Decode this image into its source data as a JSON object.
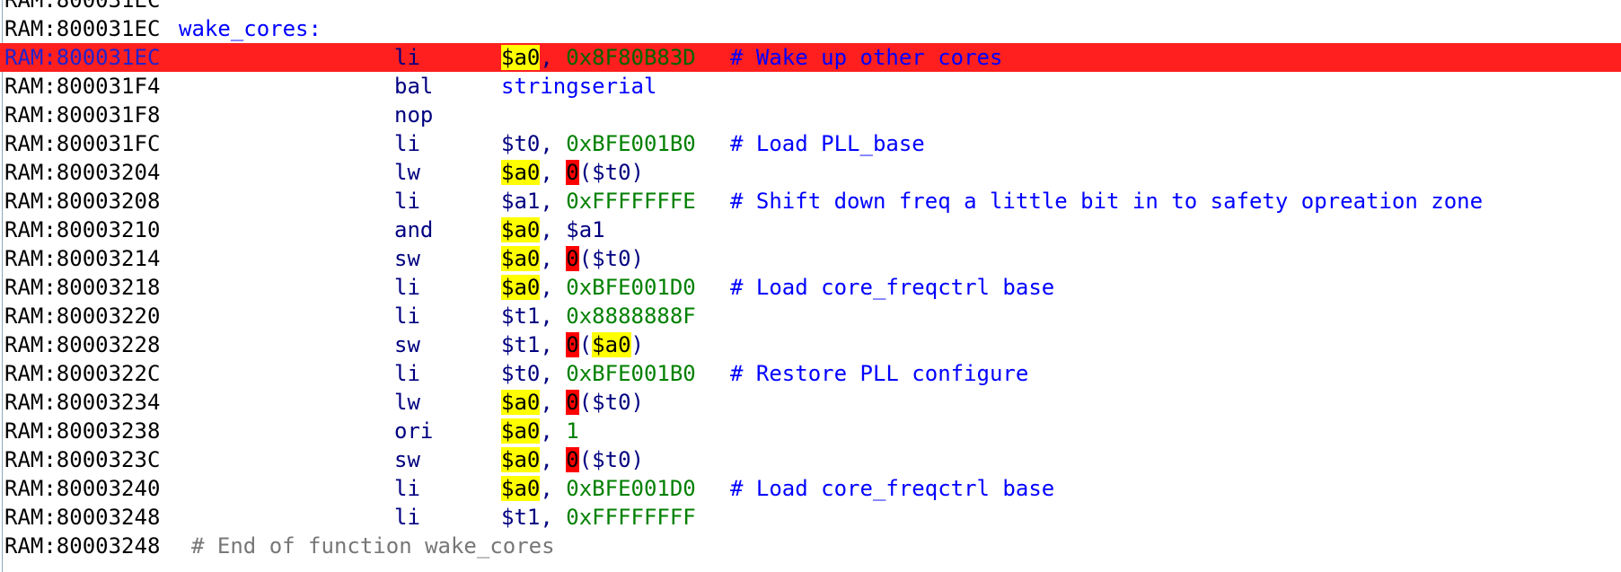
{
  "window": {
    "type": "disassembly-listing"
  },
  "colors": {
    "selected_row": "#ff1f1f",
    "register_highlight": "#ffff00",
    "zero_highlight": "#ff0000",
    "immediate": "#008000",
    "comment": "#0000ff",
    "mnemonic": "#000080"
  },
  "listing": {
    "top_partial_address": "RAM:800031EC",
    "label_line": {
      "address": "RAM:800031EC",
      "label": "wake_cores:"
    },
    "lines": [
      {
        "address": "RAM:800031EC",
        "mnemonic": "li",
        "operands": [
          {
            "t": "reg",
            "v": "$a0",
            "hl": true
          },
          {
            "t": "p",
            "v": ", "
          },
          {
            "t": "num",
            "v": "0x8F80B83D"
          }
        ],
        "comment": "# Wake up other cores",
        "selected": true
      },
      {
        "address": "RAM:800031F4",
        "mnemonic": "bal",
        "operands": [
          {
            "t": "sym",
            "v": "stringserial"
          }
        ],
        "comment": ""
      },
      {
        "address": "RAM:800031F8",
        "mnemonic": "nop",
        "operands": [],
        "comment": ""
      },
      {
        "address": "RAM:800031FC",
        "mnemonic": "li",
        "operands": [
          {
            "t": "reg",
            "v": "$t0"
          },
          {
            "t": "p",
            "v": ", "
          },
          {
            "t": "num",
            "v": "0xBFE001B0"
          }
        ],
        "comment": "# Load PLL_base"
      },
      {
        "address": "RAM:80003204",
        "mnemonic": "lw",
        "operands": [
          {
            "t": "reg",
            "v": "$a0",
            "hl": true
          },
          {
            "t": "p",
            "v": ", "
          },
          {
            "t": "zero",
            "v": "0"
          },
          {
            "t": "p",
            "v": "("
          },
          {
            "t": "reg",
            "v": "$t0"
          },
          {
            "t": "p",
            "v": ")"
          }
        ],
        "comment": ""
      },
      {
        "address": "RAM:80003208",
        "mnemonic": "li",
        "operands": [
          {
            "t": "reg",
            "v": "$a1"
          },
          {
            "t": "p",
            "v": ", "
          },
          {
            "t": "num",
            "v": "0xFFFFFFFE"
          }
        ],
        "comment": "# Shift down freq a little bit in to safety opreation zone"
      },
      {
        "address": "RAM:80003210",
        "mnemonic": "and",
        "operands": [
          {
            "t": "reg",
            "v": "$a0",
            "hl": true
          },
          {
            "t": "p",
            "v": ", "
          },
          {
            "t": "reg",
            "v": "$a1"
          }
        ],
        "comment": ""
      },
      {
        "address": "RAM:80003214",
        "mnemonic": "sw",
        "operands": [
          {
            "t": "reg",
            "v": "$a0",
            "hl": true
          },
          {
            "t": "p",
            "v": ", "
          },
          {
            "t": "zero",
            "v": "0"
          },
          {
            "t": "p",
            "v": "("
          },
          {
            "t": "reg",
            "v": "$t0"
          },
          {
            "t": "p",
            "v": ")"
          }
        ],
        "comment": ""
      },
      {
        "address": "RAM:80003218",
        "mnemonic": "li",
        "operands": [
          {
            "t": "reg",
            "v": "$a0",
            "hl": true
          },
          {
            "t": "p",
            "v": ", "
          },
          {
            "t": "num",
            "v": "0xBFE001D0"
          }
        ],
        "comment": "# Load core_freqctrl base"
      },
      {
        "address": "RAM:80003220",
        "mnemonic": "li",
        "operands": [
          {
            "t": "reg",
            "v": "$t1"
          },
          {
            "t": "p",
            "v": ", "
          },
          {
            "t": "num",
            "v": "0x8888888F"
          }
        ],
        "comment": ""
      },
      {
        "address": "RAM:80003228",
        "mnemonic": "sw",
        "operands": [
          {
            "t": "reg",
            "v": "$t1"
          },
          {
            "t": "p",
            "v": ", "
          },
          {
            "t": "zero",
            "v": "0"
          },
          {
            "t": "p",
            "v": "("
          },
          {
            "t": "reg",
            "v": "$a0",
            "hl": true
          },
          {
            "t": "p",
            "v": ")"
          }
        ],
        "comment": ""
      },
      {
        "address": "RAM:8000322C",
        "mnemonic": "li",
        "operands": [
          {
            "t": "reg",
            "v": "$t0"
          },
          {
            "t": "p",
            "v": ", "
          },
          {
            "t": "num",
            "v": "0xBFE001B0"
          }
        ],
        "comment": "# Restore PLL configure"
      },
      {
        "address": "RAM:80003234",
        "mnemonic": "lw",
        "operands": [
          {
            "t": "reg",
            "v": "$a0",
            "hl": true
          },
          {
            "t": "p",
            "v": ", "
          },
          {
            "t": "zero",
            "v": "0"
          },
          {
            "t": "p",
            "v": "("
          },
          {
            "t": "reg",
            "v": "$t0"
          },
          {
            "t": "p",
            "v": ")"
          }
        ],
        "comment": ""
      },
      {
        "address": "RAM:80003238",
        "mnemonic": "ori",
        "operands": [
          {
            "t": "reg",
            "v": "$a0",
            "hl": true
          },
          {
            "t": "p",
            "v": ", "
          },
          {
            "t": "num",
            "v": "1"
          }
        ],
        "comment": ""
      },
      {
        "address": "RAM:8000323C",
        "mnemonic": "sw",
        "operands": [
          {
            "t": "reg",
            "v": "$a0",
            "hl": true
          },
          {
            "t": "p",
            "v": ", "
          },
          {
            "t": "zero",
            "v": "0"
          },
          {
            "t": "p",
            "v": "("
          },
          {
            "t": "reg",
            "v": "$t0"
          },
          {
            "t": "p",
            "v": ")"
          }
        ],
        "comment": ""
      },
      {
        "address": "RAM:80003240",
        "mnemonic": "li",
        "operands": [
          {
            "t": "reg",
            "v": "$a0",
            "hl": true
          },
          {
            "t": "p",
            "v": ", "
          },
          {
            "t": "num",
            "v": "0xBFE001D0"
          }
        ],
        "comment": "# Load core_freqctrl base"
      },
      {
        "address": "RAM:80003248",
        "mnemonic": "li",
        "operands": [
          {
            "t": "reg",
            "v": "$t1"
          },
          {
            "t": "p",
            "v": ", "
          },
          {
            "t": "num",
            "v": "0xFFFFFFFF"
          }
        ],
        "comment": ""
      }
    ],
    "end_line": {
      "address": "RAM:80003248",
      "comment": "# End of function wake_cores"
    }
  }
}
